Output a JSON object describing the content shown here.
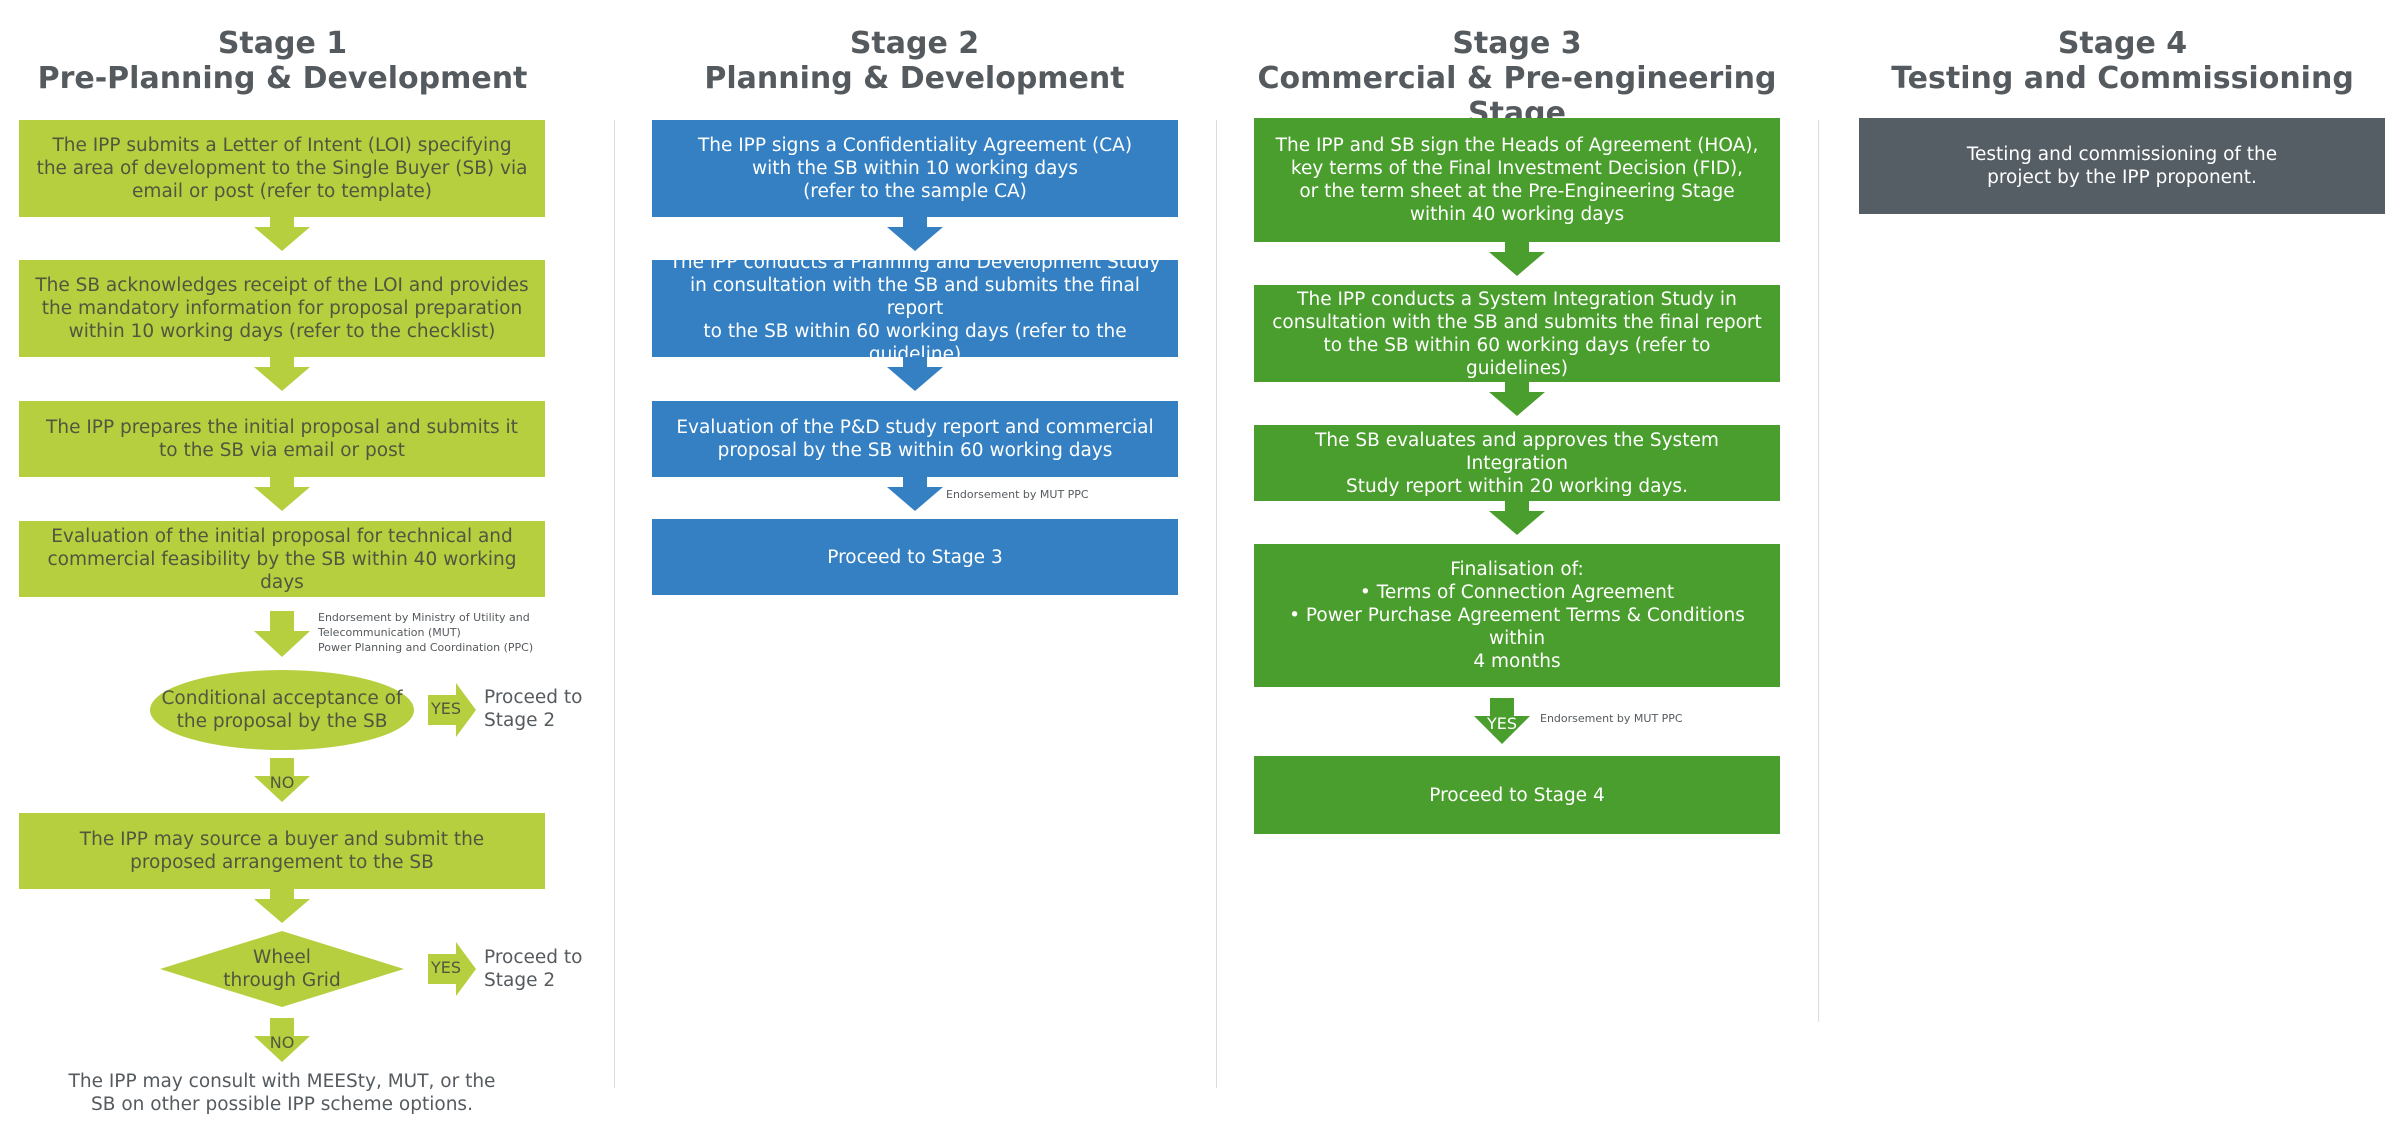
{
  "stages": [
    {
      "number": "Stage 1",
      "name": "Pre-Planning & Development"
    },
    {
      "number": "Stage 2",
      "name": "Planning & Development"
    },
    {
      "number": "Stage 3",
      "name": "Commercial & Pre-engineering Stage"
    },
    {
      "number": "Stage 4",
      "name": "Testing and Commissioning"
    }
  ],
  "stage1": {
    "steps": [
      "The IPP submits a Letter of Intent (LOI) specifying\nthe area of development to the Single Buyer (SB) via\nemail or post (refer to template)",
      "The SB acknowledges receipt of the LOI and provides\nthe mandatory information for proposal preparation\nwithin 10 working days (refer to the checklist)",
      "The IPP prepares the initial proposal and submits it\nto the SB via email or post",
      "Evaluation of the initial proposal for technical and\ncommercial feasibility by the SB within 40 working days"
    ],
    "endorsement_note": "Endorsement by Ministry of Utility and\nTelecommunication (MUT)\nPower Planning and Coordination (PPC)",
    "decision1": "Conditional acceptance of\nthe proposal by the SB",
    "yes_label": "YES",
    "no_label": "NO",
    "proceed_label": "Proceed to\nStage 2",
    "step5": "The IPP may source a buyer and submit the\nproposed arrangement to the SB",
    "decision2": "Wheel\nthrough Grid",
    "final_text": "The IPP may consult with MEESty, MUT, or the\nSB on other possible IPP scheme options."
  },
  "stage2": {
    "steps": [
      "The IPP signs a Confidentiality Agreement (CA)\nwith the SB within 10 working days\n(refer to the sample CA)",
      "The IPP conducts a Planning and Development Study\nin consultation with the SB and submits the final report\nto the SB within 60 working days (refer to the guideline)",
      "Evaluation of the P&D study report and commercial\nproposal by the SB within 60 working days",
      "Proceed to Stage 3"
    ],
    "endorsement_note": "Endorsement by MUT PPC"
  },
  "stage3": {
    "steps": [
      "The IPP and SB sign the Heads of Agreement (HOA),\nkey terms of the Final Investment Decision (FID),\nor the term sheet at the Pre-Engineering Stage\nwithin 40 working days",
      "The IPP conducts a System Integration Study in\nconsultation with the SB and submits the final report\nto the SB within 60 working days (refer to guidelines)",
      "The SB evaluates and approves the System Integration\nStudy report within 20 working days.",
      "Finalisation of:\n• Terms of Connection Agreement\n• Power Purchase Agreement Terms & Conditions within\n4 months",
      "Proceed to Stage 4"
    ],
    "yes_label": "YES",
    "endorsement_note": "Endorsement by MUT PPC"
  },
  "stage4": {
    "steps": [
      "Testing and commissioning of the\nproject by the IPP proponent."
    ]
  },
  "colors": {
    "lime": "#b5cf3f",
    "blue": "#3580c3",
    "green": "#4a9e2d",
    "grey": "#555d65",
    "title": "#555a5e"
  }
}
